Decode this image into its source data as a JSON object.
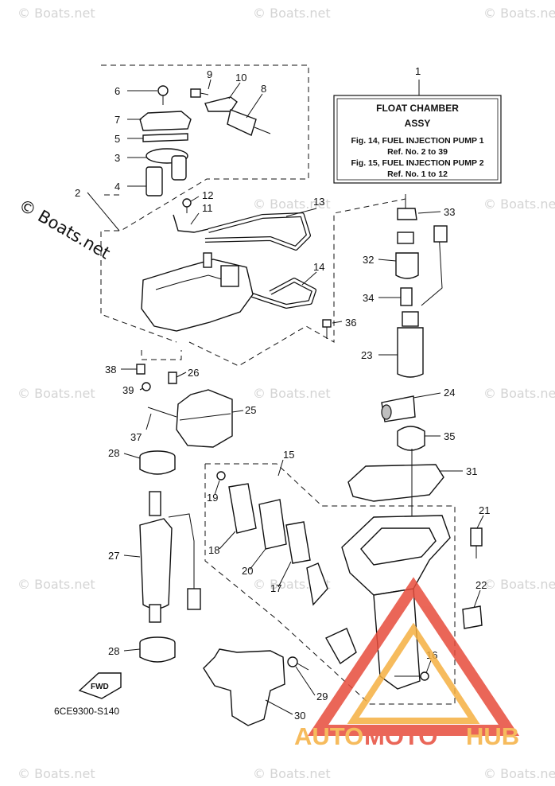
{
  "info_box": {
    "ref_number": "1",
    "title_line1": "FLOAT CHAMBER",
    "title_line2": "ASSY",
    "line3": "Fig. 14, FUEL INJECTION PUMP 1",
    "line4": "Ref. No. 2 to 39",
    "line5": "Fig. 15, FUEL INJECTION PUMP 2",
    "line6": "Ref. No. 1 to 12"
  },
  "watermark": {
    "text": "© Boats.net",
    "side_text": "© Boats.net"
  },
  "diagram_code": "6CE9300-S140",
  "fwd_label": "FWD",
  "logo": {
    "part1": "AUTO",
    "part2": "MOTO",
    "part3": "HUB",
    "color_orange": "#f5b041",
    "color_red": "#e74c3c"
  },
  "callouts": {
    "n2": "2",
    "n3": "3",
    "n4": "4",
    "n5": "5",
    "n6": "6",
    "n7": "7",
    "n8": "8",
    "n9": "9",
    "n10": "10",
    "n11": "11",
    "n12": "12",
    "n13": "13",
    "n14": "14",
    "n15": "15",
    "n16": "16",
    "n17": "17",
    "n18": "18",
    "n19": "19",
    "n20": "20",
    "n21": "21",
    "n22": "22",
    "n23": "23",
    "n24": "24",
    "n25": "25",
    "n26": "26",
    "n27": "27",
    "n28a": "28",
    "n28b": "28",
    "n29": "29",
    "n30": "30",
    "n31": "31",
    "n32": "32",
    "n33": "33",
    "n34": "34",
    "n35": "35",
    "n36": "36",
    "n37": "37",
    "n38": "38",
    "n39": "39"
  }
}
